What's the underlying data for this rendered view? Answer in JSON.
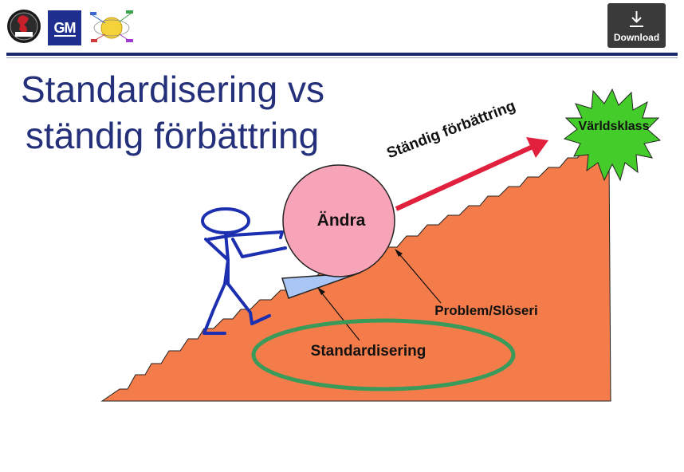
{
  "toolbar": {
    "download_label": "Download"
  },
  "slide": {
    "title_line1": "Standardisering vs",
    "title_line2": "ständig förbättring",
    "labels": {
      "arrow": "Ständig förbättring",
      "world_class": "Världsklass",
      "ball": "Ändra",
      "problem": "Problem/Slöseri",
      "standard": "Standardisering"
    }
  },
  "colors": {
    "title": "#24307a",
    "staircase": "#f47c4a",
    "ball": "#f7a4b8",
    "star": "#44cc2a",
    "arrow": "#e0203c",
    "wedge": "#a9c6f5",
    "stick_figure": "#1c2fb0",
    "ellipse": "#3a9a5a"
  },
  "icons": [
    "saab-logo",
    "gm-logo",
    "process-diagram-logo",
    "download-icon"
  ]
}
